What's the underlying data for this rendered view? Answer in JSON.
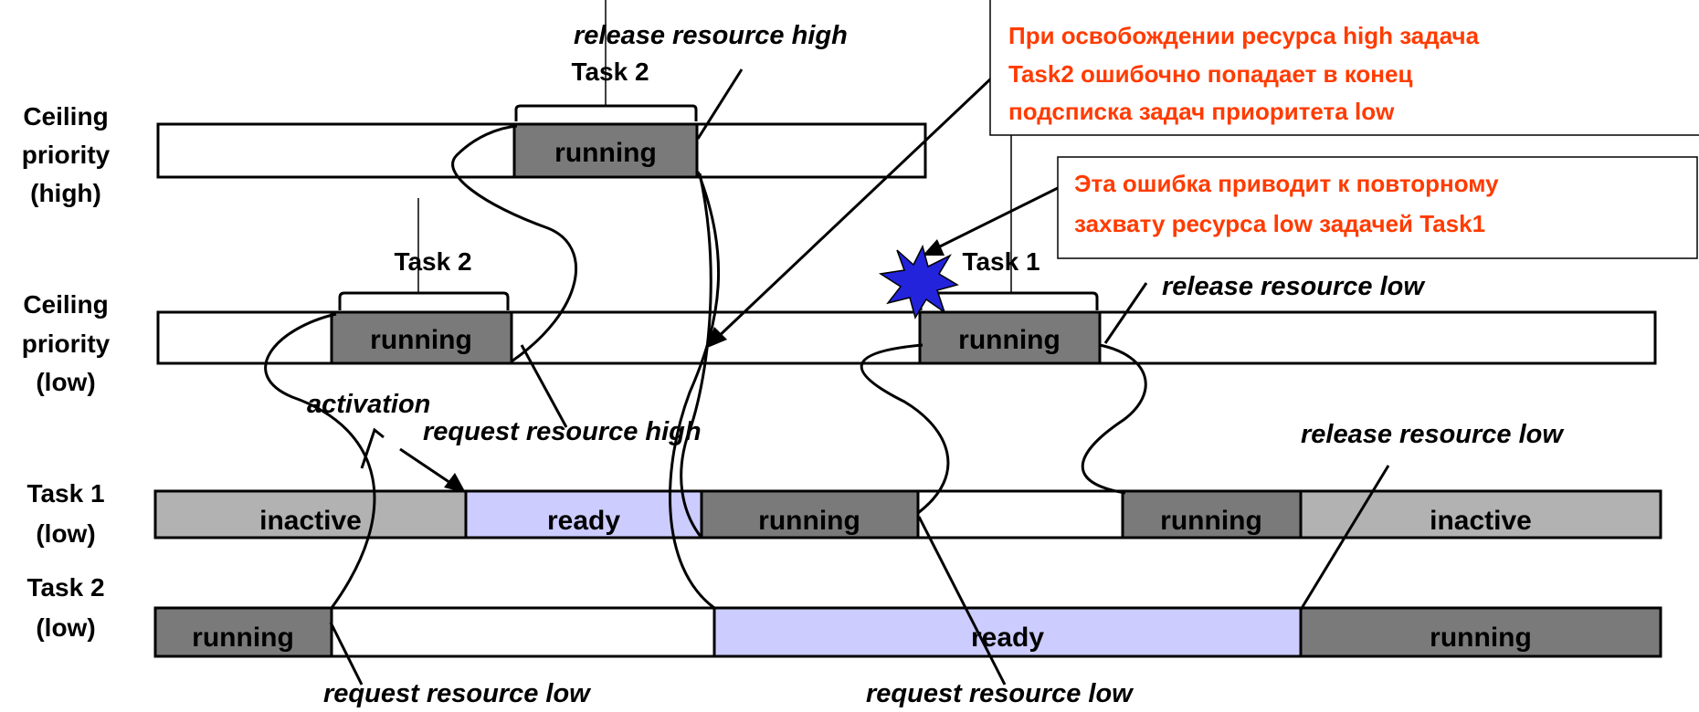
{
  "rows": {
    "ceiling_high": [
      "Ceiling",
      "priority",
      "(high)"
    ],
    "ceiling_low": [
      "Ceiling",
      "priority",
      "(low)"
    ],
    "task1": [
      "Task 1",
      "(low)"
    ],
    "task2": [
      "Task 2",
      "(low)"
    ]
  },
  "states": {
    "running": "running",
    "ready": "ready",
    "inactive": "inactive"
  },
  "task_labels": {
    "task2": "Task 2",
    "task1": "Task 1"
  },
  "annotations": {
    "release_resource_high": "release resource high",
    "release_resource_low": "release resource low",
    "activation": "activation",
    "request_resource_high": "request resource high",
    "request_resource_low": "request resource low"
  },
  "callouts": {
    "top_box": [
      "При освобождении ресурса high задача",
      "Task2 ошибочно попадает в конец",
      "подсписка задач приоритета low"
    ],
    "second_box": [
      "Эта ошибка приводит к повторному",
      "захвату ресурса low задачей Task1"
    ]
  },
  "colors": {
    "running": "#7a7a7a",
    "ready": "#ccccff",
    "inactive": "#b2b2b2",
    "empty": "#ffffff",
    "callout_text": "#ff3b00",
    "star": "#2323dc"
  }
}
